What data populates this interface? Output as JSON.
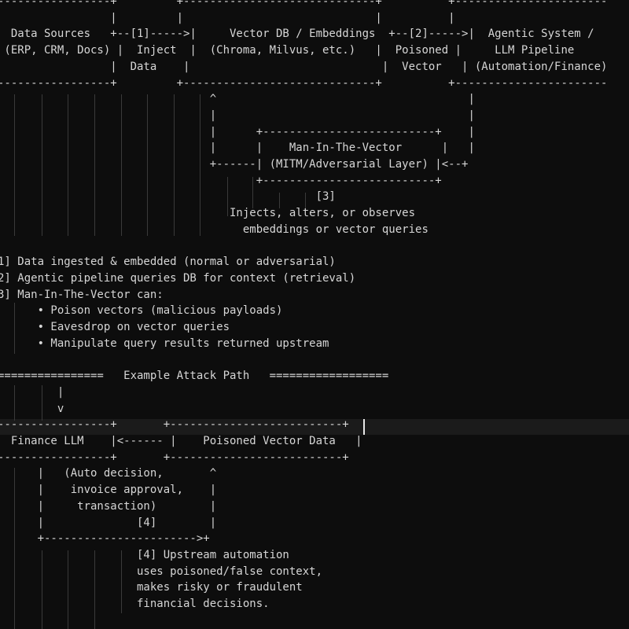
{
  "colors": {
    "background": "#0d0d0d",
    "text": "#d6d6d6",
    "indent_guide": "#3a3a3a",
    "current_line": "#1b1b1b",
    "caret": "#e8e8e8"
  },
  "lines": [
    "-----------------+         +-----------------------------+          +-----------------------",
    "                 |         |                             |          |",
    "  Data Sources   +--[1]----->|     Vector DB / Embeddings  +--[2]----->|  Agentic System /",
    " (ERP, CRM, Docs) |  Inject  |  (Chroma, Milvus, etc.)   |  Poisoned |     LLM Pipeline",
    "                 |  Data    |                             |  Vector   | (Automation/Finance)",
    "-----------------+         +-----------------------------+          +-----------------------",
    "                                ^                                      |",
    "                                |                                      |",
    "                                |      +--------------------------+    |",
    "                                |      |    Man-In-The-Vector      |   |",
    "                                +------| (MITM/Adversarial Layer) |<--+",
    "                                       +--------------------------+",
    "                                                [3]",
    "                                   Injects, alters, or observes",
    "                                     embeddings or vector queries",
    "",
    "1] Data ingested & embedded (normal or adversarial)",
    "2] Agentic pipeline queries DB for context (retrieval)",
    "3] Man-In-The-Vector can:",
    "      • Poison vectors (malicious payloads)",
    "      • Eavesdrop on vector queries",
    "      • Manipulate query results returned upstream",
    "",
    "================   Example Attack Path   ==================",
    "         |",
    "         v",
    "-----------------+       +--------------------------+",
    "  Finance LLM    |<------ |    Poisoned Vector Data   |",
    "-----------------+       +--------------------------+",
    "      |   (Auto decision,       ^",
    "      |    invoice approval,    |",
    "      |     transaction)        |",
    "      |              [4]        |",
    "      +----------------------->+",
    "                     [4] Upstream automation",
    "                     uses poisoned/false context,",
    "                     makes risky or fraudulent",
    "                     financial decisions."
  ]
}
